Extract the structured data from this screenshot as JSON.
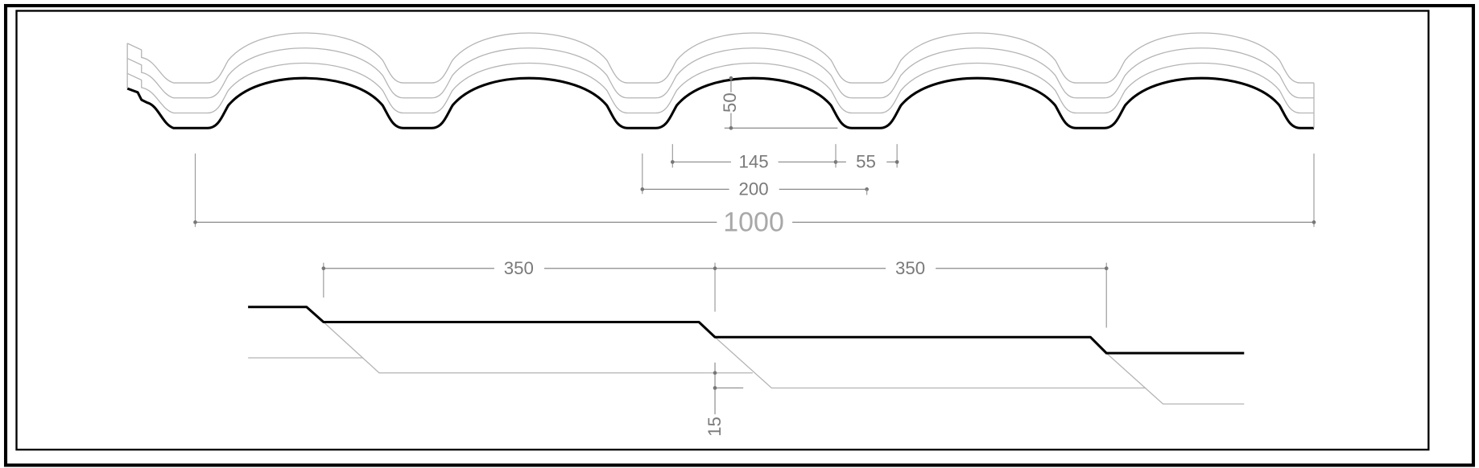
{
  "drawing": {
    "title": "Corrugated roof tile profile",
    "dimensions": {
      "wave_height": "50",
      "wave_crest_width": "145",
      "trough_width": "55",
      "wave_pitch": "200",
      "total_width": "1000",
      "step_length_1": "350",
      "step_length_2": "350",
      "step_height": "15"
    },
    "wave_count": 5
  }
}
